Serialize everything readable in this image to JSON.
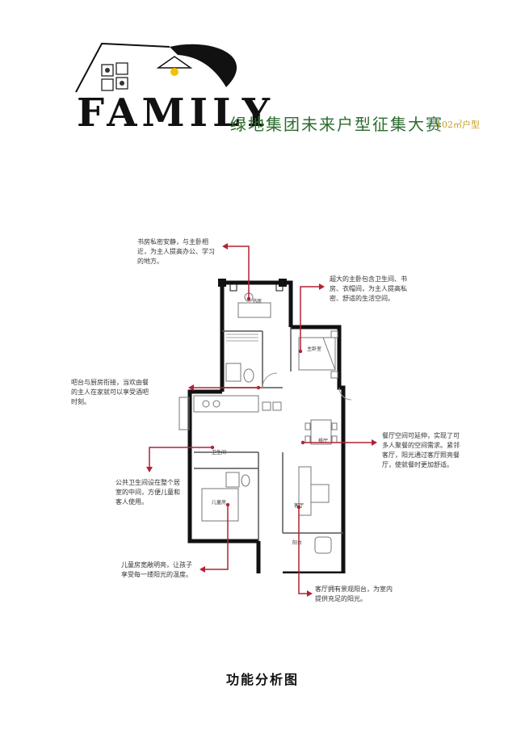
{
  "header": {
    "logo_text": "FAMILY",
    "contest_title": "绿地集团未来户型征集大赛",
    "unit_size": "102㎡户型"
  },
  "notes": {
    "study": "书房私密安静，与主卧相近，为主人提高办公、学习的地方。",
    "master": "超大的主卧包含卫生间、书房、衣帽间，为主人提高私密、舒适的生活空间。",
    "kitchen": "吧台与厨房衔接，当欢由餐的主人在家就可以享受酒吧时刻。",
    "dining": "餐厅空间可延伸，实现了可多人聚餐的空间需求。紧邻客厅，阳光通过客厅照亮餐厅，使就餐时更加舒适。",
    "bath": "公共卫生间设在整个居室的中间，方便儿童和客人使用。",
    "child": "儿童房宽敞明亮，让孩子享受每一缕阳光的温度。",
    "balcony": "客厅拥有景观阳台，为室内提供充足的阳光。"
  },
  "room_labels": {
    "study": "书房",
    "master": "主卧室",
    "child": "儿童房",
    "bath": "卫生间",
    "living": "客厅",
    "dining": "餐厅",
    "balcony": "阳台"
  },
  "colors": {
    "accent": "#b22234",
    "wall": "#111111",
    "title_green": "#2b6b2e",
    "unit_gold": "#c9a02b"
  },
  "caption": "功能分析图"
}
